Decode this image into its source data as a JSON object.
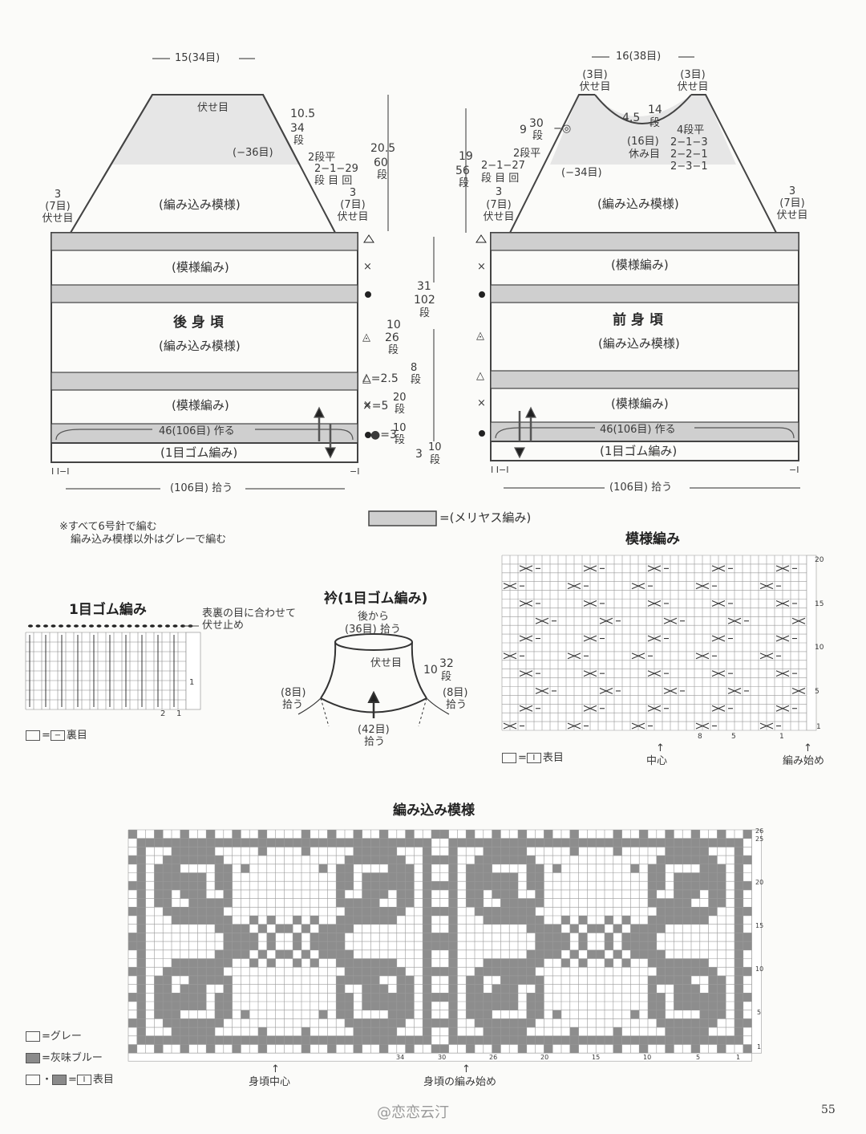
{
  "back": {
    "top_width": "15(34目)",
    "bind_off_top": "伏せ目",
    "shoulder_width": "10.5",
    "shoulder_rows": "34",
    "shoulder_rows_unit": "段",
    "minus_36": "(−36目)",
    "dec_head": "2段平",
    "dec_line1": "2−1−29",
    "dec_line2": "段 目 回",
    "yoke_height": "20.5",
    "yoke_rows": "60",
    "yoke_rows_unit": "段",
    "left_bind_cm": "3",
    "left_bind_sts": "(7目)",
    "left_bind_label": "伏せ目",
    "right_bind_cm": "3",
    "right_bind_sts": "(7目)",
    "right_bind_label": "伏せ目",
    "yoke_pattern": "(編み込み模様)",
    "pattern_band1": "(模様編み)",
    "piece_name": "後 身 頃",
    "body_pattern": "(編み込み模様)",
    "pattern_band2": "(模様編み)",
    "cast_on": "46(106目) 作る",
    "rib": "(1目ゴム編み)",
    "pick_up": "(106目) 拾う",
    "rib_mark_left": "I I−I",
    "rib_mark_right": "−I",
    "side_height": "31",
    "side_rows": "102",
    "side_rows_unit": "段",
    "sec10_cm": "10",
    "sec10_rows": "26",
    "sec10_unit": "段",
    "sec25_cm": "△=2.5",
    "sec25_rows": "8",
    "sec25_unit": "段",
    "sec5_cm": "×=5",
    "sec5_rows": "20",
    "sec5_unit": "段",
    "sec3_cm": "●=3",
    "sec3_rows": "10",
    "sec3_unit": "段",
    "rib_cm": "3",
    "rib_rows": "10",
    "rib_unit": "段"
  },
  "front": {
    "top_width": "16(38目)",
    "left_neck_sts": "(3目)",
    "left_neck_label": "伏せ目",
    "right_neck_sts": "(3目)",
    "right_neck_label": "伏せ目",
    "neck_depth": "4.5",
    "neck_rows": "14",
    "neck_rows_unit": "段",
    "center_sts": "(16目)",
    "center_label": "休み目",
    "shoulder_num": "9",
    "shoulder_rows": "30",
    "shoulder_rows_unit": "段",
    "neck_dec_head": "4段平",
    "neck_dec1": "2−1−3",
    "neck_dec2": "2−2−1",
    "neck_dec3": "2−3−1",
    "dec_head": "2段平",
    "dec_line1": "2−1−27",
    "dec_line2": "段 目 回",
    "minus_34": "(−34目)",
    "yoke_height": "19",
    "yoke_rows": "56",
    "yoke_rows_unit": "段",
    "left_bind_cm": "3",
    "left_bind_sts": "(7目)",
    "left_bind_label": "伏せ目",
    "right_bind_cm": "3",
    "right_bind_sts": "(7目)",
    "right_bind_label": "伏せ目",
    "yoke_pattern": "(編み込み模様)",
    "pattern_band1": "(模様編み)",
    "piece_name": "前 身 頃",
    "body_pattern": "(編み込み模様)",
    "pattern_band2": "(模様編み)",
    "cast_on": "46(106目) 作る",
    "rib": "(1目ゴム編み)",
    "pick_up": "(106目) 拾う",
    "rib_mark_left": "I I−I",
    "rib_mark_right": "−I"
  },
  "notes": {
    "line1": "※すべて6号針で編む",
    "line2": "編み込み模様以外はグレーで編む",
    "stockinette_legend": "=(メリヤス編み)"
  },
  "rib_chart": {
    "title": "1目ゴム編み",
    "note1": "表裏の目に合わせて",
    "note2": "伏せ止め",
    "row_label": "1",
    "col_labels": [
      "2",
      "1"
    ],
    "legend": "=",
    "legend_symbol": "−",
    "legend_text": "裏目"
  },
  "collar": {
    "title": "衿(1目ゴム編み)",
    "from_back": "後から",
    "back_sts": "(36目) 拾う",
    "bind_off": "伏せ目",
    "height": "10",
    "rows": "32",
    "rows_unit": "段",
    "left_sts": "(8目)",
    "left_label": "拾う",
    "right_sts": "(8目)",
    "right_label": "拾う",
    "front_sts": "(42目)",
    "front_label": "拾う"
  },
  "pattern_chart": {
    "title": "模様編み",
    "row_labels": [
      "20",
      "15",
      "10",
      "5",
      "1"
    ],
    "col_labels": [
      "8",
      "5",
      "1"
    ],
    "legend": "=",
    "legend_symbol": "I",
    "legend_text": "表目",
    "center_label": "中心",
    "start_label": "編み始め"
  },
  "colorwork": {
    "title": "編み込み模様",
    "row_labels": [
      "26",
      "25",
      "20",
      "15",
      "10",
      "5",
      "1"
    ],
    "col_labels": [
      "34",
      "30",
      "26",
      "20",
      "15",
      "10",
      "5",
      "1"
    ],
    "center_label": "身頃中心",
    "start_label": "身頃の編み始め",
    "legend_grey": "=グレー",
    "legend_blue": "=灰味ブルー",
    "legend_both": "=",
    "legend_both_symbol": "I",
    "legend_both_text": "表目",
    "colors": {
      "grey": "#8d8d8d",
      "light": "#ffffff",
      "line": "#9a9a9a"
    }
  },
  "page_number": "55",
  "watermark": "@恋恋云汀"
}
